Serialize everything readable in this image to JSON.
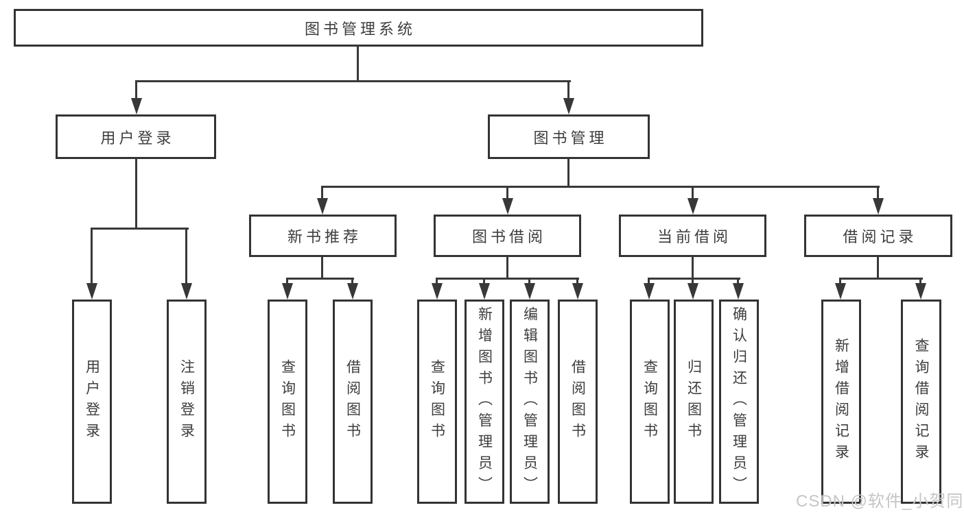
{
  "tree": {
    "label": "图书管理系统",
    "children": [
      {
        "label": "用户登录",
        "children": [
          {
            "label": "用户登录"
          },
          {
            "label": "注销登录"
          }
        ]
      },
      {
        "label": "图书管理",
        "children": [
          {
            "label": "新书推荐",
            "children": [
              {
                "label": "查询图书"
              },
              {
                "label": "借阅图书"
              }
            ]
          },
          {
            "label": "图书借阅",
            "children": [
              {
                "label": "查询图书"
              },
              {
                "label": "新增图书（管理员）"
              },
              {
                "label": "编辑图书（管理员）"
              },
              {
                "label": "借阅图书"
              }
            ]
          },
          {
            "label": "当前借阅",
            "children": [
              {
                "label": "查询图书"
              },
              {
                "label": "归还图书"
              },
              {
                "label": "确认归还（管理员）"
              }
            ]
          },
          {
            "label": "借阅记录",
            "children": [
              {
                "label": "新增借阅记录"
              },
              {
                "label": "查询借阅记录"
              }
            ]
          }
        ]
      }
    ]
  },
  "watermark": "CSDN @软件_小贺同学",
  "colors": {
    "line": "#383838",
    "border": "#333333",
    "text": "#3d3d3d",
    "watermark": "#c5c5c5",
    "bg": "#ffffff"
  }
}
